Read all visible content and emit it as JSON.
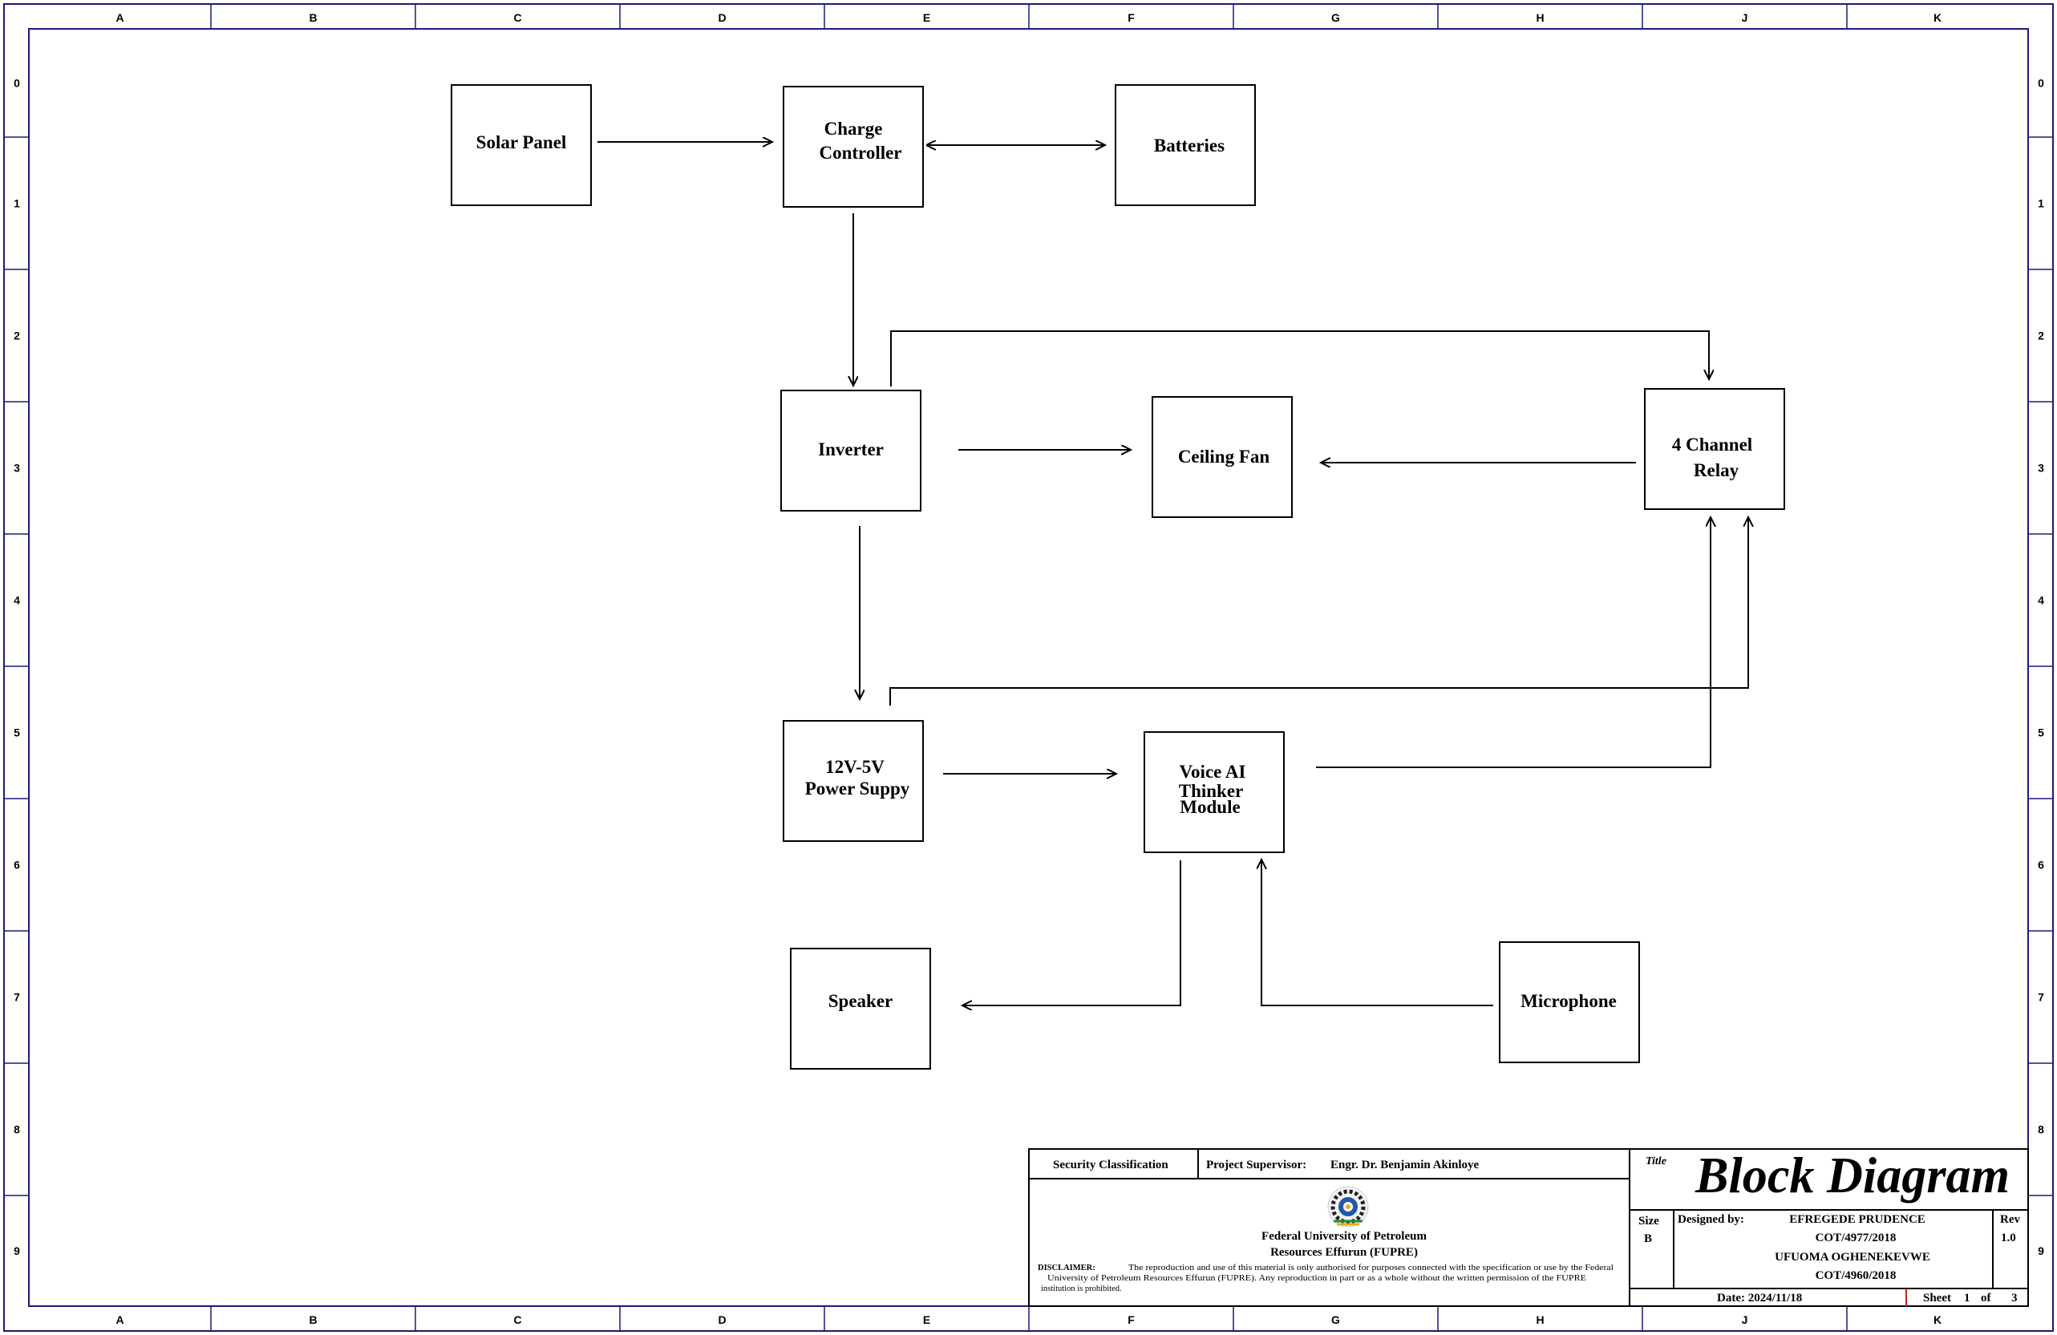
{
  "frame": {
    "columns": [
      "A",
      "B",
      "C",
      "D",
      "E",
      "F",
      "G",
      "H",
      "J",
      "K"
    ],
    "rows": [
      "0",
      "1",
      "2",
      "3",
      "4",
      "5",
      "6",
      "7",
      "8",
      "9"
    ],
    "border_color": "#1a1a7a"
  },
  "blocks": {
    "solar_panel": "Solar Panel",
    "charge_controller": [
      "Charge",
      "Controller"
    ],
    "batteries": "Batteries",
    "inverter": "Inverter",
    "ceiling_fan": "Ceiling Fan",
    "relay": [
      "4 Channel",
      "Relay"
    ],
    "power_supply": [
      "12V-5V",
      "Power Suppy"
    ],
    "voice_module": [
      "Voice AI",
      "Thinker",
      "Module"
    ],
    "speaker": "Speaker",
    "microphone": "Microphone"
  },
  "title_block": {
    "security_classification": "Security Classification",
    "supervisor_label": "Project Supervisor:",
    "supervisor_name": "Engr. Dr. Benjamin Akinloye",
    "institution_line1": "Federal University of Petroleum",
    "institution_line2": "Resources Effurun (FUPRE)",
    "disclaimer_label": "DISCLAIMER:",
    "disclaimer_line1": "The reproduction and use of this material is only authorised for purposes connected with the specification or use by the Federal",
    "disclaimer_line2": "University of Petroleum Resources Effurun (FUPRE). Any reproduction in part or as a whole without the written permission of the FUPRE",
    "disclaimer_line3": "institution is prohibited.",
    "title_caption": "Title",
    "title": "Block Diagram",
    "size_label": "Size",
    "size_value": "B",
    "designed_by_label": "Designed by:",
    "designer1_name": "EFREGEDE PRUDENCE",
    "designer1_id": "COT/4977/2018",
    "designer2_name": "UFUOMA OGHENEKEVWE",
    "designer2_id": "COT/4960/2018",
    "rev_label": "Rev",
    "rev_value": "1.0",
    "date": "Date: 2024/11/18",
    "sheet_label": "Sheet",
    "sheet_number": "1",
    "sheet_of": "of",
    "sheet_total": "3"
  }
}
